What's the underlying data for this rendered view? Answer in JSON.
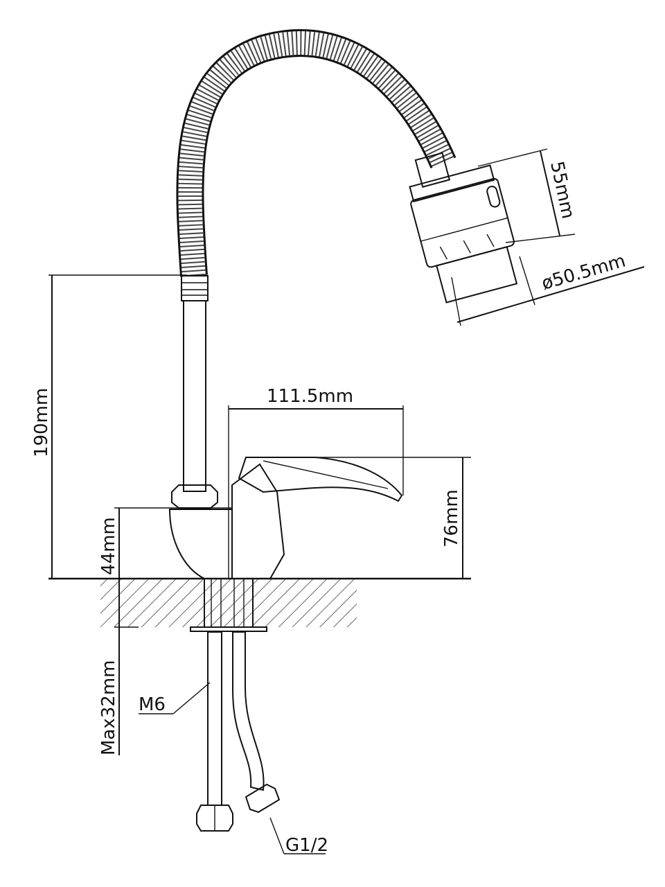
{
  "drawing": {
    "title": "Faucet with flexible spout - dimensions",
    "dimensions": {
      "spray_height": "55mm",
      "spray_diameter": "ø50.5mm",
      "spout_height": "190mm",
      "lever_reach": "111.5mm",
      "lever_height": "76mm",
      "body_height": "44mm",
      "max_counter": "Max32mm"
    },
    "callouts": {
      "stud": "M6",
      "connection": "G1/2"
    }
  }
}
